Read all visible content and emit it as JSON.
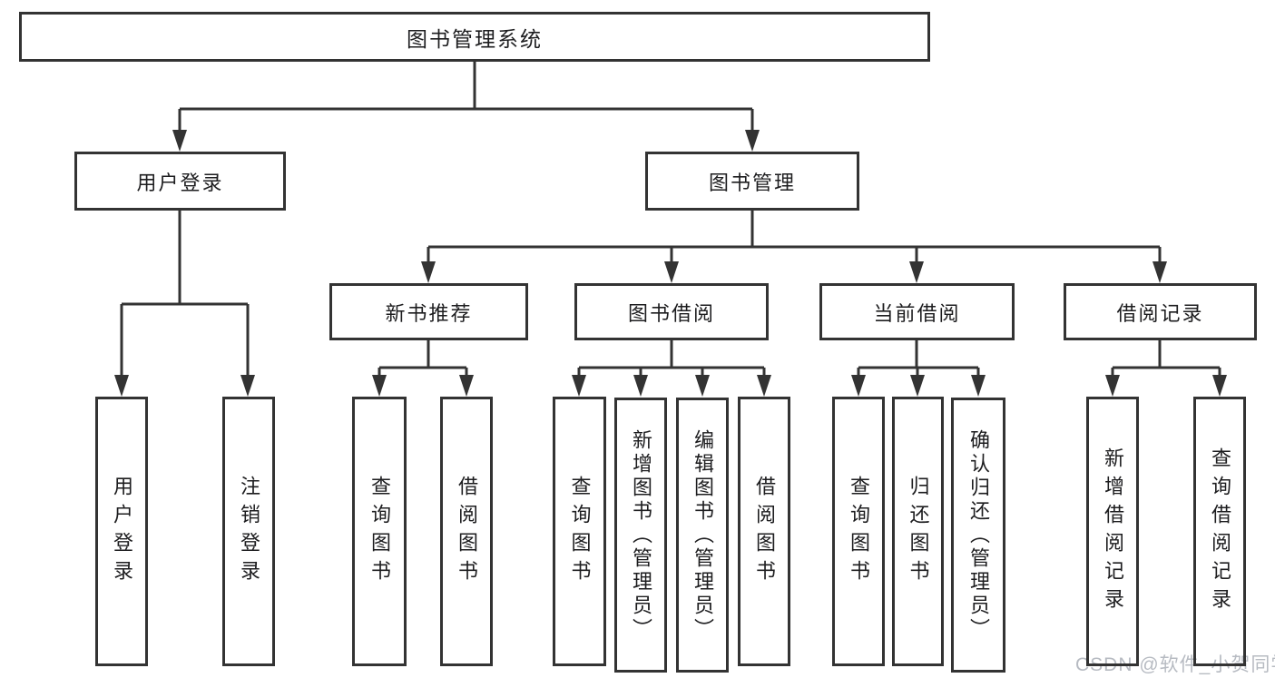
{
  "diagram": {
    "tree": {
      "label": "图书管理系统",
      "children": [
        {
          "label": "用户登录",
          "children": [
            {
              "label": "用户登录"
            },
            {
              "label": "注销登录"
            }
          ]
        },
        {
          "label": "图书管理",
          "children": [
            {
              "label": "新书推荐",
              "children": [
                {
                  "label": "查询图书"
                },
                {
                  "label": "借阅图书"
                }
              ]
            },
            {
              "label": "图书借阅",
              "children": [
                {
                  "label": "查询图书"
                },
                {
                  "label": "新增图书（管理员）"
                },
                {
                  "label": "编辑图书（管理员）"
                },
                {
                  "label": "借阅图书"
                }
              ]
            },
            {
              "label": "当前借阅",
              "children": [
                {
                  "label": "查询图书"
                },
                {
                  "label": "归还图书"
                },
                {
                  "label": "确认归还（管理员）"
                }
              ]
            },
            {
              "label": "借阅记录",
              "children": [
                {
                  "label": "新增借阅记录"
                },
                {
                  "label": "查询借阅记录"
                }
              ]
            }
          ]
        }
      ]
    }
  },
  "watermark": {
    "text": "CSDN @软件_小贺同学"
  },
  "colors": {
    "line": "#333333",
    "text": "#1d1d1f",
    "watermark": "#b7bbc2",
    "background": "#ffffff"
  }
}
